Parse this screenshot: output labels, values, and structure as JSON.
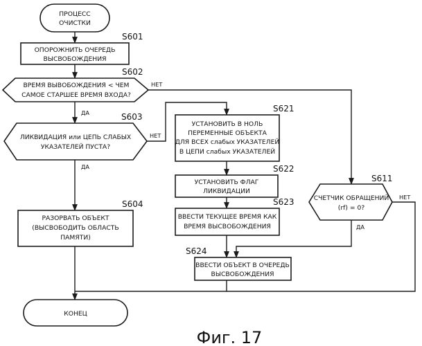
{
  "nodes": {
    "start": {
      "lines": [
        "ПРОЦЕСС",
        "ОЧИСТКИ"
      ]
    },
    "s601": {
      "step": "S601",
      "lines": [
        "ОПОРОЖНИТЬ ОЧЕРЕДЬ",
        "ВЫСВОБОЖДЕНИЯ"
      ]
    },
    "s602": {
      "step": "S602",
      "lines": [
        "ВРЕМЯ ВЫВОБОЖДЕНИЯ < ЧЕМ",
        "САМОЕ СТАРШЕЕ ВРЕМЯ ВХОДА?"
      ]
    },
    "s603": {
      "step": "S603",
      "lines": [
        "ЛИКВИДАЦИЯ или ЦЕПЬ СЛАБЫХ",
        "УКАЗАТЕЛЕЙ ПУСТА?"
      ]
    },
    "s604": {
      "step": "S604",
      "lines": [
        "РАЗОРВАТЬ ОБЪЕКТ",
        "(ВЫСВОБОДИТЬ ОБЛАСТЬ",
        "ПАМЯТИ)"
      ]
    },
    "s621": {
      "step": "S621",
      "lines": [
        "УСТАНОВИТЬ В НОЛЬ",
        "ПЕРЕМЕННЫЕ ОБЪЕКТА",
        "ДЛЯ ВСЕХ слабых УКАЗАТЕЛЕЙ",
        "В ЦЕПИ слабых УКАЗАТЕЛЕЙ"
      ]
    },
    "s622": {
      "step": "S622",
      "lines": [
        "УСТАНОВИТЬ ФЛАГ",
        "ЛИКВИДАЦИИ"
      ]
    },
    "s623": {
      "step": "S623",
      "lines": [
        "ВВЕСТИ ТЕКУЩЕЕ ВРЕМЯ КАК",
        "ВРЕМЯ ВЫСВОБОЖДЕНИЯ"
      ]
    },
    "s624": {
      "step": "S624",
      "lines": [
        "ВВЕСТИ ОБЪЕКТ В ОЧЕРЕДЬ",
        "ВЫСВОБОЖДЕНИЯ"
      ]
    },
    "s611": {
      "step": "S611",
      "lines": [
        "СЧЕТЧИК ОБРАЩЕНИЙ",
        "(rf) = 0?"
      ]
    },
    "end": {
      "lines": [
        "КОНЕЦ"
      ]
    }
  },
  "branch_labels": {
    "s602_no": "НЕТ",
    "s602_yes": "ДА",
    "s603_no": "НЕТ",
    "s603_yes": "ДА",
    "s611_no": "НЕТ",
    "s611_yes": "ДА"
  },
  "caption": "Фиг. 17"
}
